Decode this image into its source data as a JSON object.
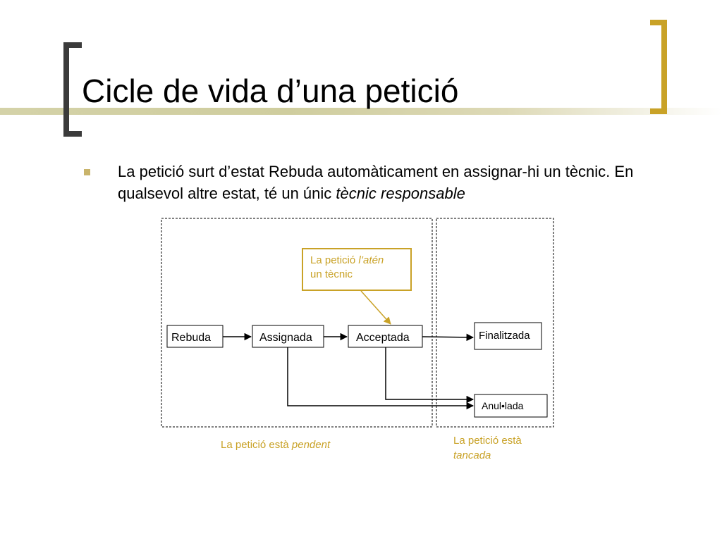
{
  "slide": {
    "title": "Cicle de vida d’una petició",
    "bullet": {
      "text_plain": "La petició surt d’estat Rebuda automàticament en assignar-hi un tècnic. En qualsevol altre estat, té un únic ",
      "text_emph": "tècnic responsable"
    }
  },
  "diagram": {
    "states": {
      "rebuda": "Rebuda",
      "assignada": "Assignada",
      "acceptada": "Acceptada",
      "finalitzada": "Finalitzada",
      "anullada": "Anul•lada"
    },
    "note": {
      "line1_plain": "La petició ",
      "line1_emph": "l’atén",
      "line2": "un tècnic"
    },
    "captions": {
      "pending_plain": "La petició està ",
      "pending_emph": "pendent",
      "closed_line1": "La petició està",
      "closed_line2": "tancada"
    }
  },
  "colors": {
    "accent": "#c9a227",
    "title_band": "#d4d2a8",
    "text": "#000000"
  }
}
